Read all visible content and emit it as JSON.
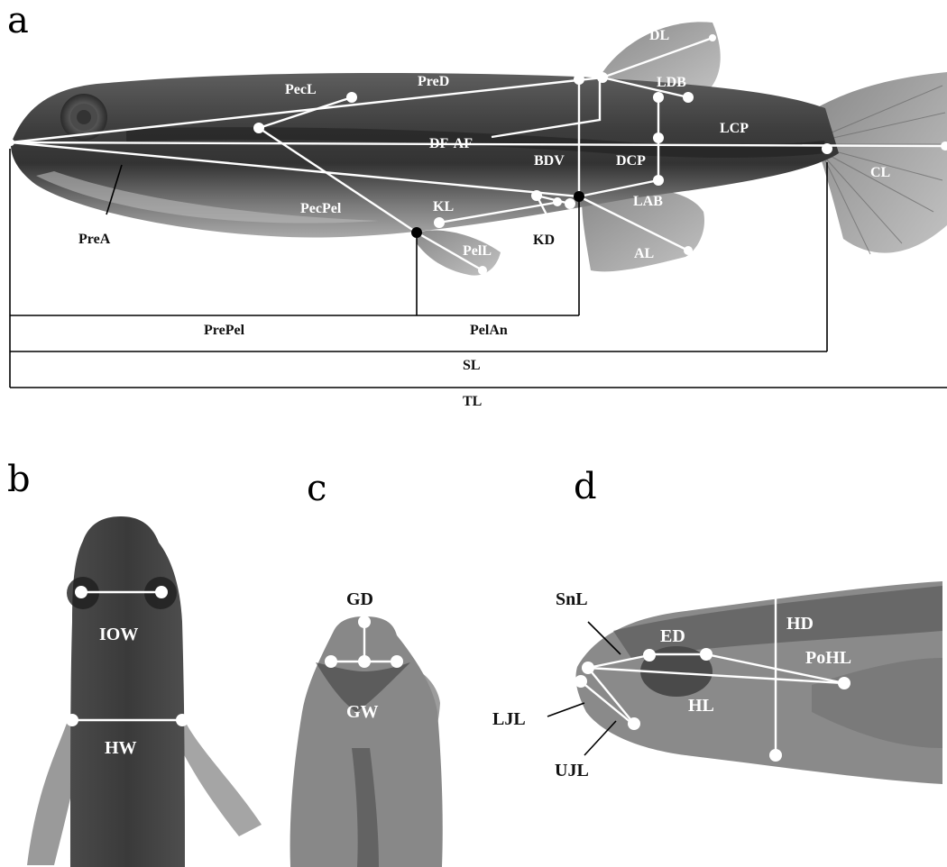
{
  "panels": {
    "a": "a",
    "b": "b",
    "c": "c",
    "d": "d"
  },
  "panel_a": {
    "PecL": "PecL",
    "PreD": "PreD",
    "DL": "DL",
    "LDB": "LDB",
    "LCP": "LCP",
    "DF_AF": "DF-AF",
    "BDV": "BDV",
    "DCP": "DCP",
    "CL": "CL",
    "PecPel": "PecPel",
    "KL": "KL",
    "LAB": "LAB",
    "KD": "KD",
    "PelL": "PelL",
    "AL": "AL",
    "PreA": "PreA",
    "PrePel": "PrePel",
    "PelAn": "PelAn",
    "SL": "SL",
    "TL": "TL"
  },
  "panel_b": {
    "IOW": "IOW",
    "HW": "HW"
  },
  "panel_c": {
    "GD": "GD",
    "GW": "GW"
  },
  "panel_d": {
    "SnL": "SnL",
    "ED": "ED",
    "HD": "HD",
    "PoHL": "PoHL",
    "HL": "HL",
    "LJL": "LJL",
    "UJL": "UJL"
  }
}
